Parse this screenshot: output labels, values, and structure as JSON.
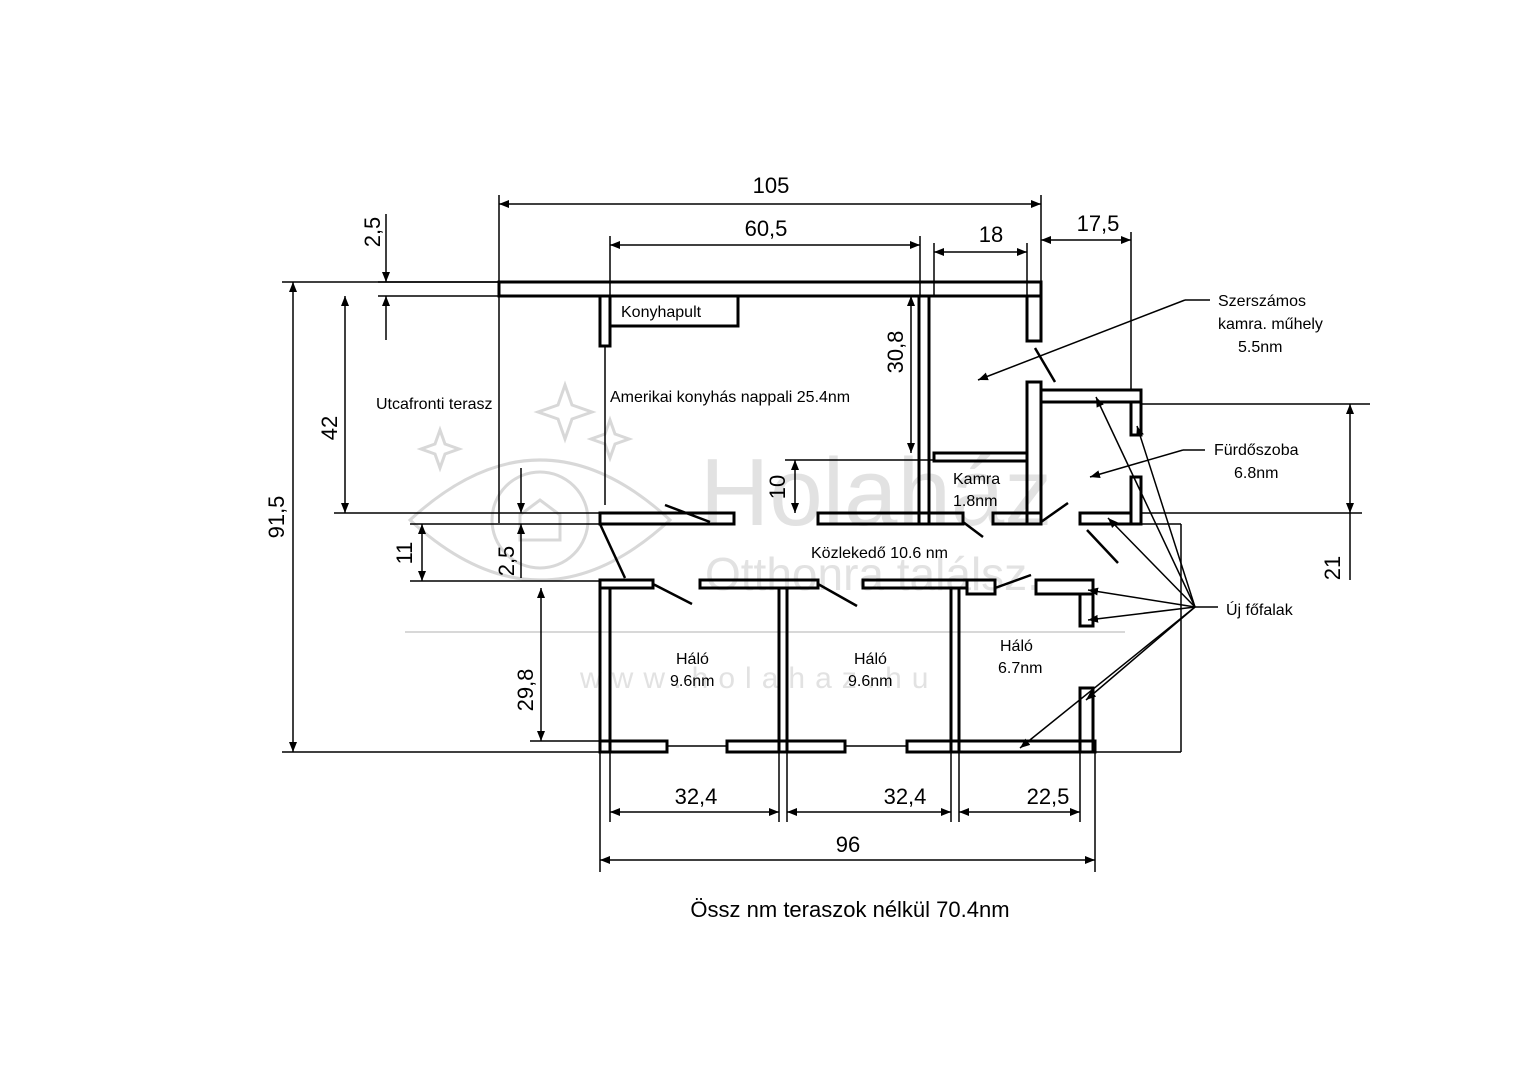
{
  "dimensions": {
    "total_width": "105",
    "living_width": "60,5",
    "pantry_width": "18",
    "annex_width": "17,5",
    "top_offset": "2,5",
    "terrace_height": "42",
    "total_height": "91,5",
    "living_height": "30,8",
    "pantry_height": "10",
    "corridor_height": "11",
    "small_offset": "2,5",
    "bedroom_height": "29,8",
    "bathroom_height": "21",
    "bedroom1_width": "32,4",
    "bedroom2_width": "32,4",
    "bedroom3_width": "22,5",
    "bottom_width": "96"
  },
  "rooms": {
    "kitchen_counter": "Konyhapult",
    "terrace": "Utcafronti terasz",
    "living": "Amerikai konyhás nappali 25.4nm",
    "pantry_name": "Kamra",
    "pantry_area": "1.8nm",
    "corridor": "Közlekedő 10.6 nm",
    "bedroom1_name": "Háló",
    "bedroom1_area": "9.6nm",
    "bedroom2_name": "Háló",
    "bedroom2_area": "9.6nm",
    "bedroom3_name": "Háló",
    "bedroom3_area": "6.7nm"
  },
  "callouts": {
    "workshop_line1": "Szerszámos",
    "workshop_line2": "kamra. műhely",
    "workshop_line3": "5.5nm",
    "bathroom_line1": "Fürdőszoba",
    "bathroom_line2": "6.8nm",
    "new_walls": "Új főfalak"
  },
  "summary": " Össz nm teraszok nélkül 70.4nm",
  "watermark": {
    "brand": "Holaház",
    "slogan": "Otthonra találsz.",
    "url": "www.holahaz.hu"
  }
}
